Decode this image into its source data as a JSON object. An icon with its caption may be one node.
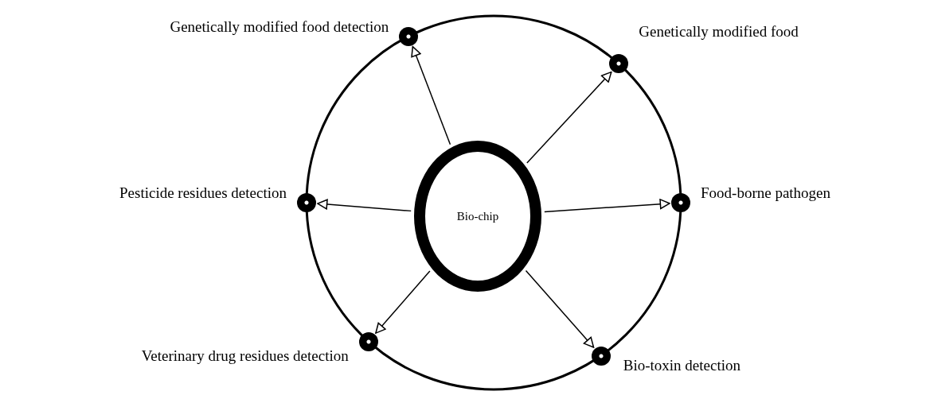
{
  "diagram": {
    "nodes": [
      {
        "text": [
          "Bio-chip"
        ]
      },
      {
        "text": [],
        "shape": "circle",
        "beside": [
          "Genetically modified food detection"
        ]
      },
      {
        "text": [],
        "shape": "circle",
        "beside": [
          "Genetically modified food"
        ]
      },
      {
        "text": [],
        "shape": "circle",
        "beside": [
          "Pesticide residues detection"
        ]
      },
      {
        "text": [],
        "shape": "circle",
        "beside": [
          "Food-borne pathogen"
        ]
      },
      {
        "text": [],
        "shape": "circle",
        "beside": [
          "Veterinary drug residues detection"
        ]
      },
      {
        "text": [],
        "shape": "circle",
        "beside": [
          "Bio-toxin detection"
        ]
      }
    ],
    "edges": [
      {
        "from": 0,
        "to": 1,
        "arrow": "to"
      },
      {
        "from": 0,
        "to": 2,
        "arrow": "to"
      },
      {
        "from": 0,
        "to": 3,
        "arrow": "to"
      },
      {
        "from": 0,
        "to": 4,
        "arrow": "to"
      },
      {
        "from": 0,
        "to": 5,
        "arrow": "to"
      },
      {
        "from": 0,
        "to": 6,
        "arrow": "to"
      }
    ]
  }
}
